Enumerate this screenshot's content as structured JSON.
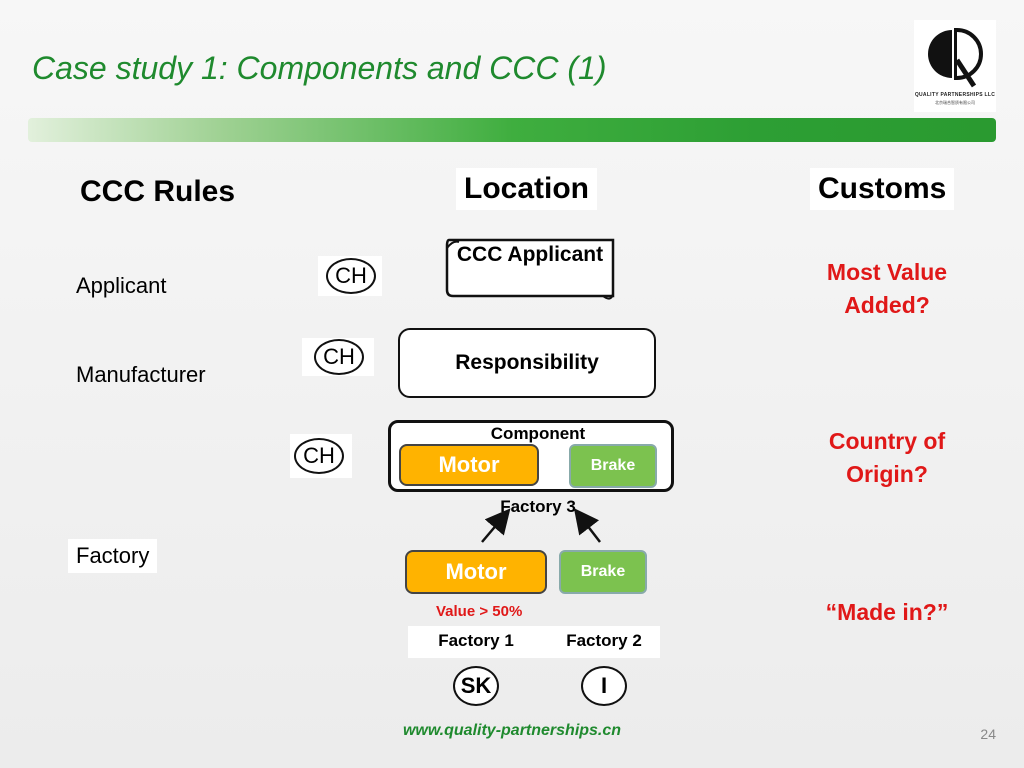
{
  "title": "Case study 1: Components and CCC (1)",
  "logo": {
    "brand": "QUALITY PARTNERSHIPS LLC",
    "brand_sub": "北京瑞合智质有限公司"
  },
  "columns": {
    "rules": "CCC Rules",
    "location": "Location",
    "customs": "Customs"
  },
  "rules": {
    "applicant": "Applicant",
    "manufacturer": "Manufacturer",
    "factory": "Factory"
  },
  "location_codes": {
    "applicant": "CH",
    "manufacturer": "CH",
    "component": "CH",
    "factory1": "SK",
    "factory2": "I"
  },
  "diagram": {
    "ccc_applicant": "CCC Applicant",
    "responsibility": "Responsibility",
    "component": "Component",
    "motor": "Motor",
    "brake": "Brake",
    "factory3": "Factory 3",
    "value_note": "Value > 50%",
    "factory1": "Factory 1",
    "factory2": "Factory 2"
  },
  "customs": {
    "q1": "Most Value Added?",
    "q2": "Country of Origin?",
    "q3": "“Made in?”"
  },
  "footer": {
    "url": "www.quality-partnerships.cn",
    "page": "24"
  },
  "colors": {
    "title_green": "#1f8a2e",
    "red": "#e01818",
    "motor_orange": "#ffb300",
    "brake_green": "#7cc24f"
  }
}
